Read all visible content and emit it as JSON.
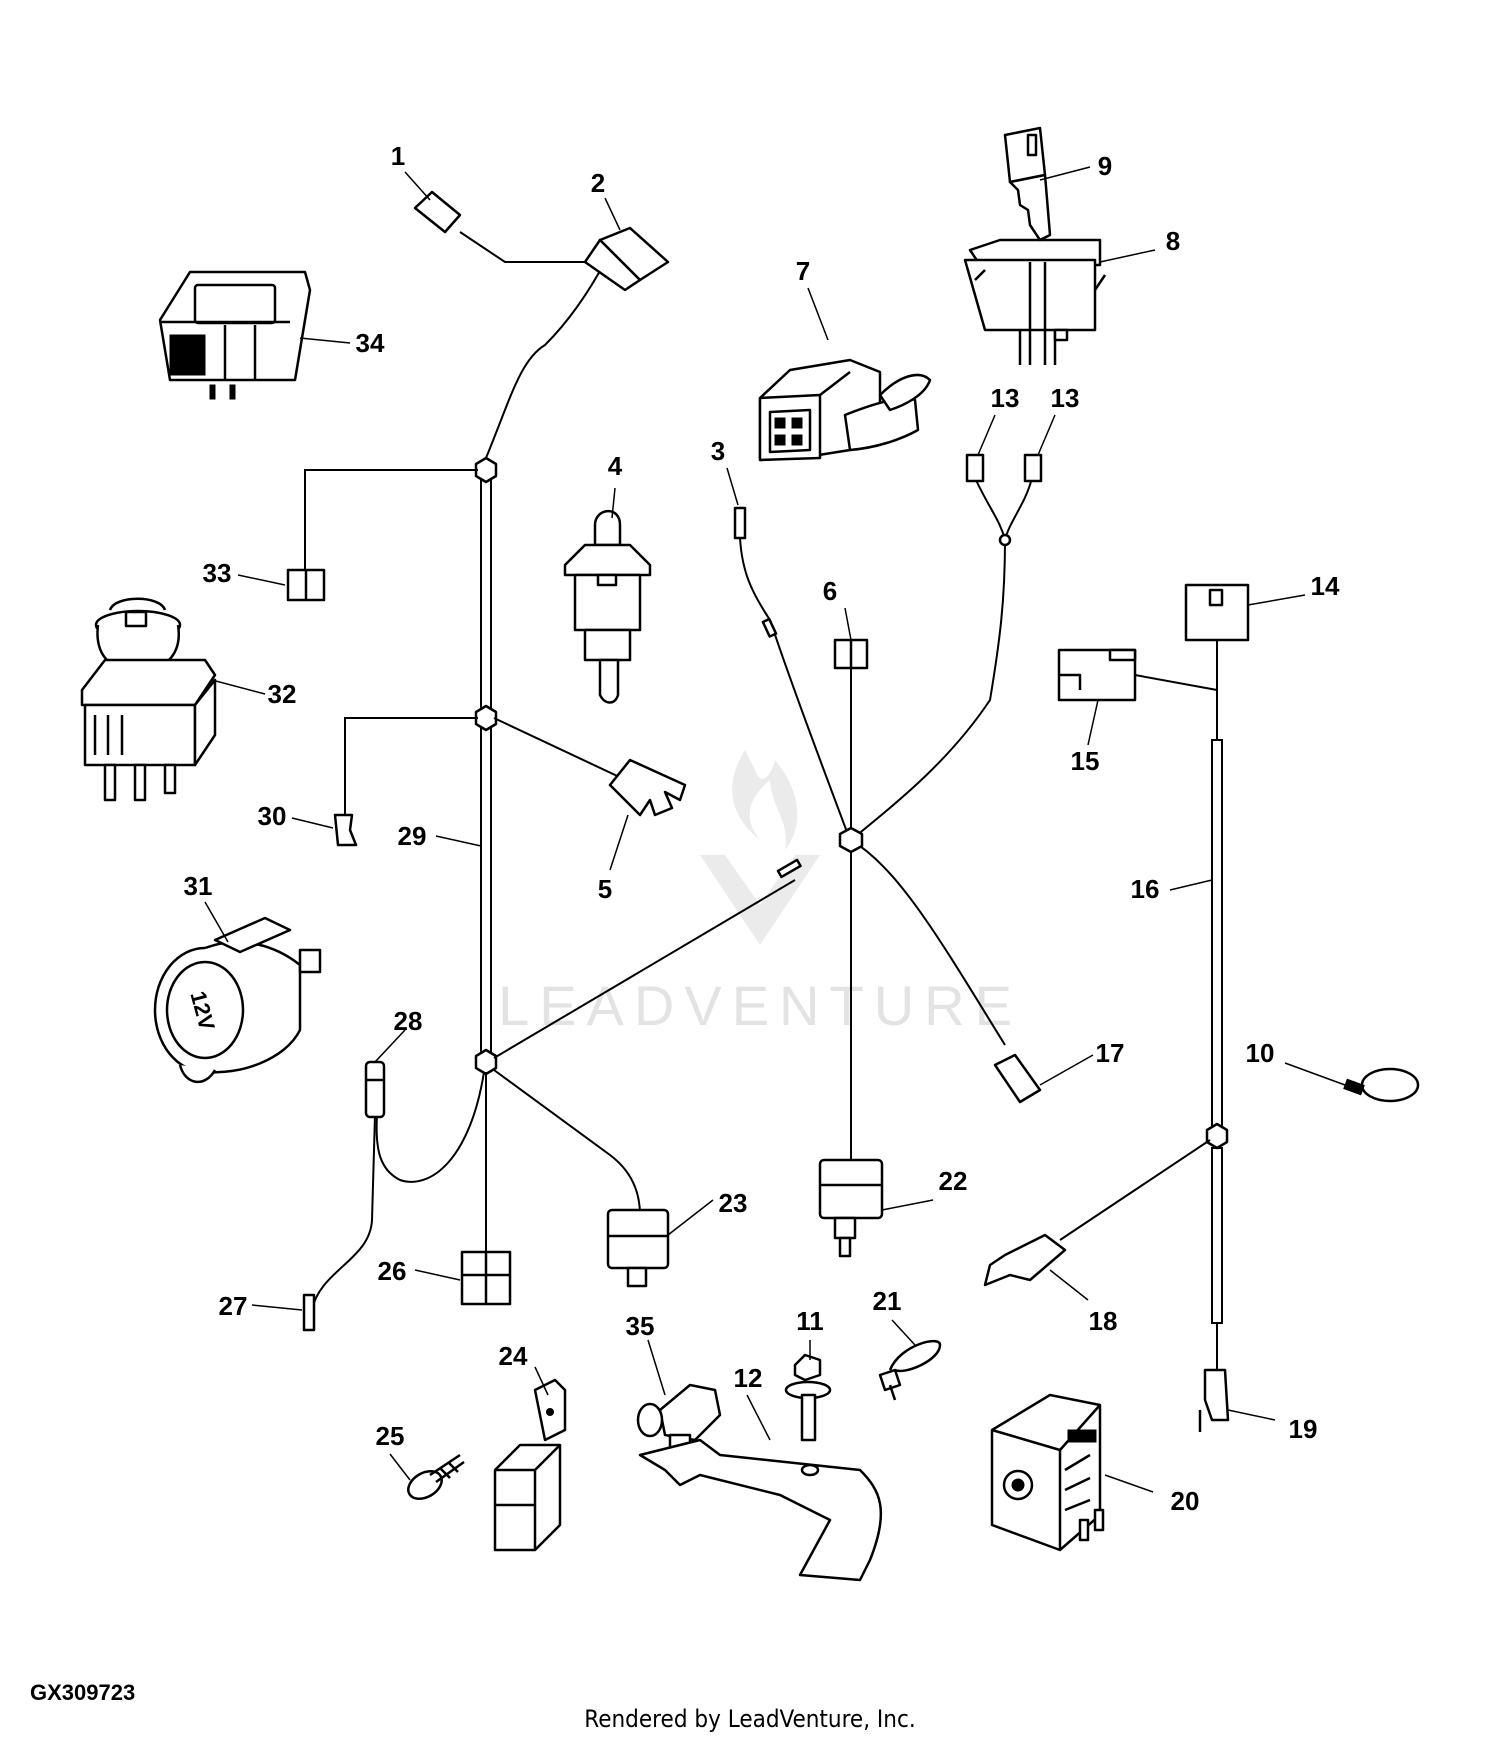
{
  "watermark": {
    "brand": "LEADVENTURE"
  },
  "figure_id": "GX309723",
  "credit": "Rendered by LeadVenture, Inc.",
  "socket_marking": "12V",
  "callouts": {
    "c1": "1",
    "c2": "2",
    "c3": "3",
    "c4": "4",
    "c5": "5",
    "c6": "6",
    "c7": "7",
    "c8": "8",
    "c9": "9",
    "c10": "10",
    "c11": "11",
    "c12": "12",
    "c13a": "13",
    "c13b": "13",
    "c14": "14",
    "c15": "15",
    "c16": "16",
    "c17": "17",
    "c18": "18",
    "c19": "19",
    "c20": "20",
    "c21": "21",
    "c22": "22",
    "c23": "23",
    "c24": "24",
    "c25": "25",
    "c26": "26",
    "c27": "27",
    "c28": "28",
    "c29": "29",
    "c30": "30",
    "c31": "31",
    "c32": "32",
    "c33": "33",
    "c34": "34",
    "c35": "35"
  }
}
